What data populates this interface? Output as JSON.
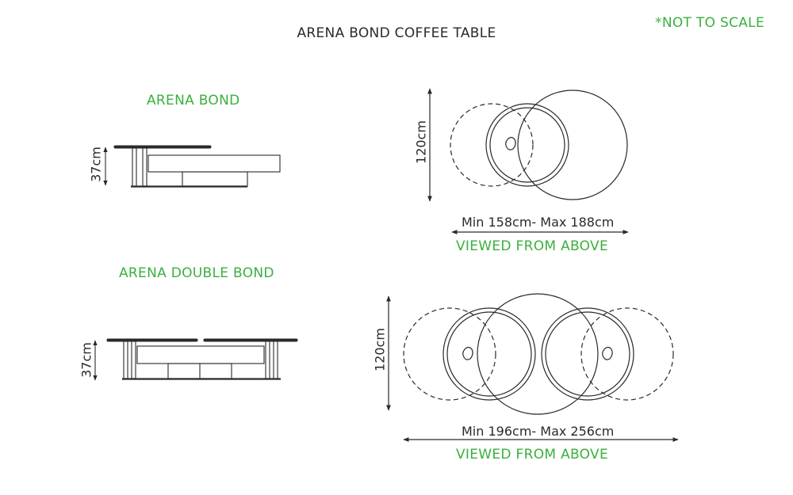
{
  "title": "ARENA BOND COFFEE TABLE",
  "scale_note": "*NOT TO SCALE",
  "sections": {
    "single": {
      "name": "ARENA BOND",
      "height_label": "37cm",
      "depth_label": "120cm",
      "width_label": "Min 158cm- Max 188cm",
      "view_label": "VIEWED FROM ABOVE"
    },
    "double": {
      "name": "ARENA DOUBLE BOND",
      "height_label": "37cm",
      "depth_label": "120cm",
      "width_label": "Min 196cm- Max 256cm",
      "view_label": "VIEWED FROM ABOVE"
    }
  },
  "colors": {
    "accent": "#3ab03e",
    "line": "#2a2a2a"
  }
}
